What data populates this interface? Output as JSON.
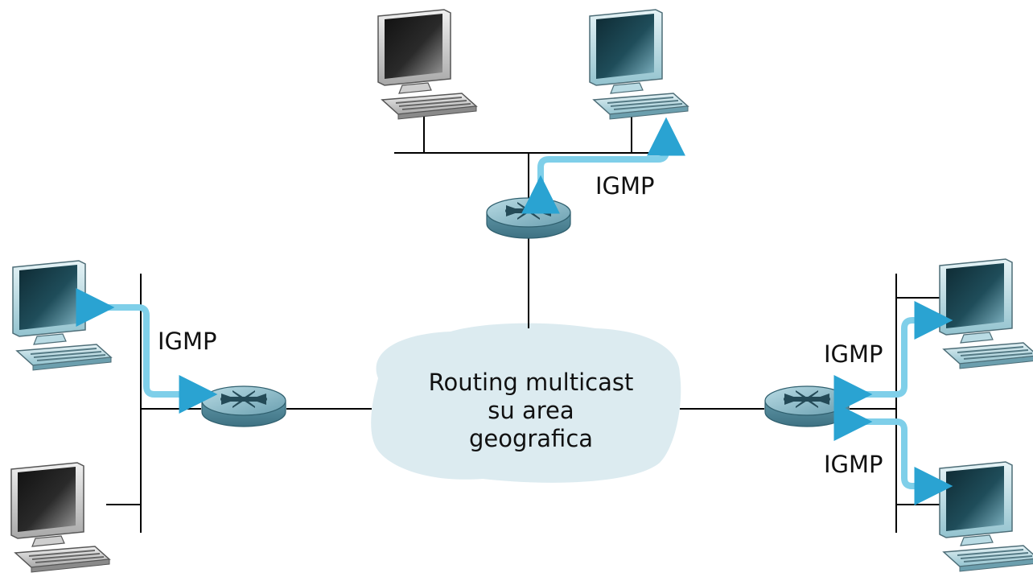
{
  "cloud": {
    "lines": [
      "Routing multicast",
      "su area",
      "geografica"
    ]
  },
  "labels": {
    "igmp_top": "IGMP",
    "igmp_left": "IGMP",
    "igmp_right_upper": "IGMP",
    "igmp_right_lower": "IGMP"
  },
  "colors": {
    "arrow": "#3aaed8",
    "router": "#6fa8b8",
    "cloud": "#dcebf0",
    "line": "#000000"
  },
  "devices": {
    "routers": [
      "router-top",
      "router-left",
      "router-right"
    ],
    "hosts": [
      "host-top-left",
      "host-top-right",
      "host-left-upper",
      "host-left-lower",
      "host-right-upper",
      "host-right-lower"
    ]
  }
}
